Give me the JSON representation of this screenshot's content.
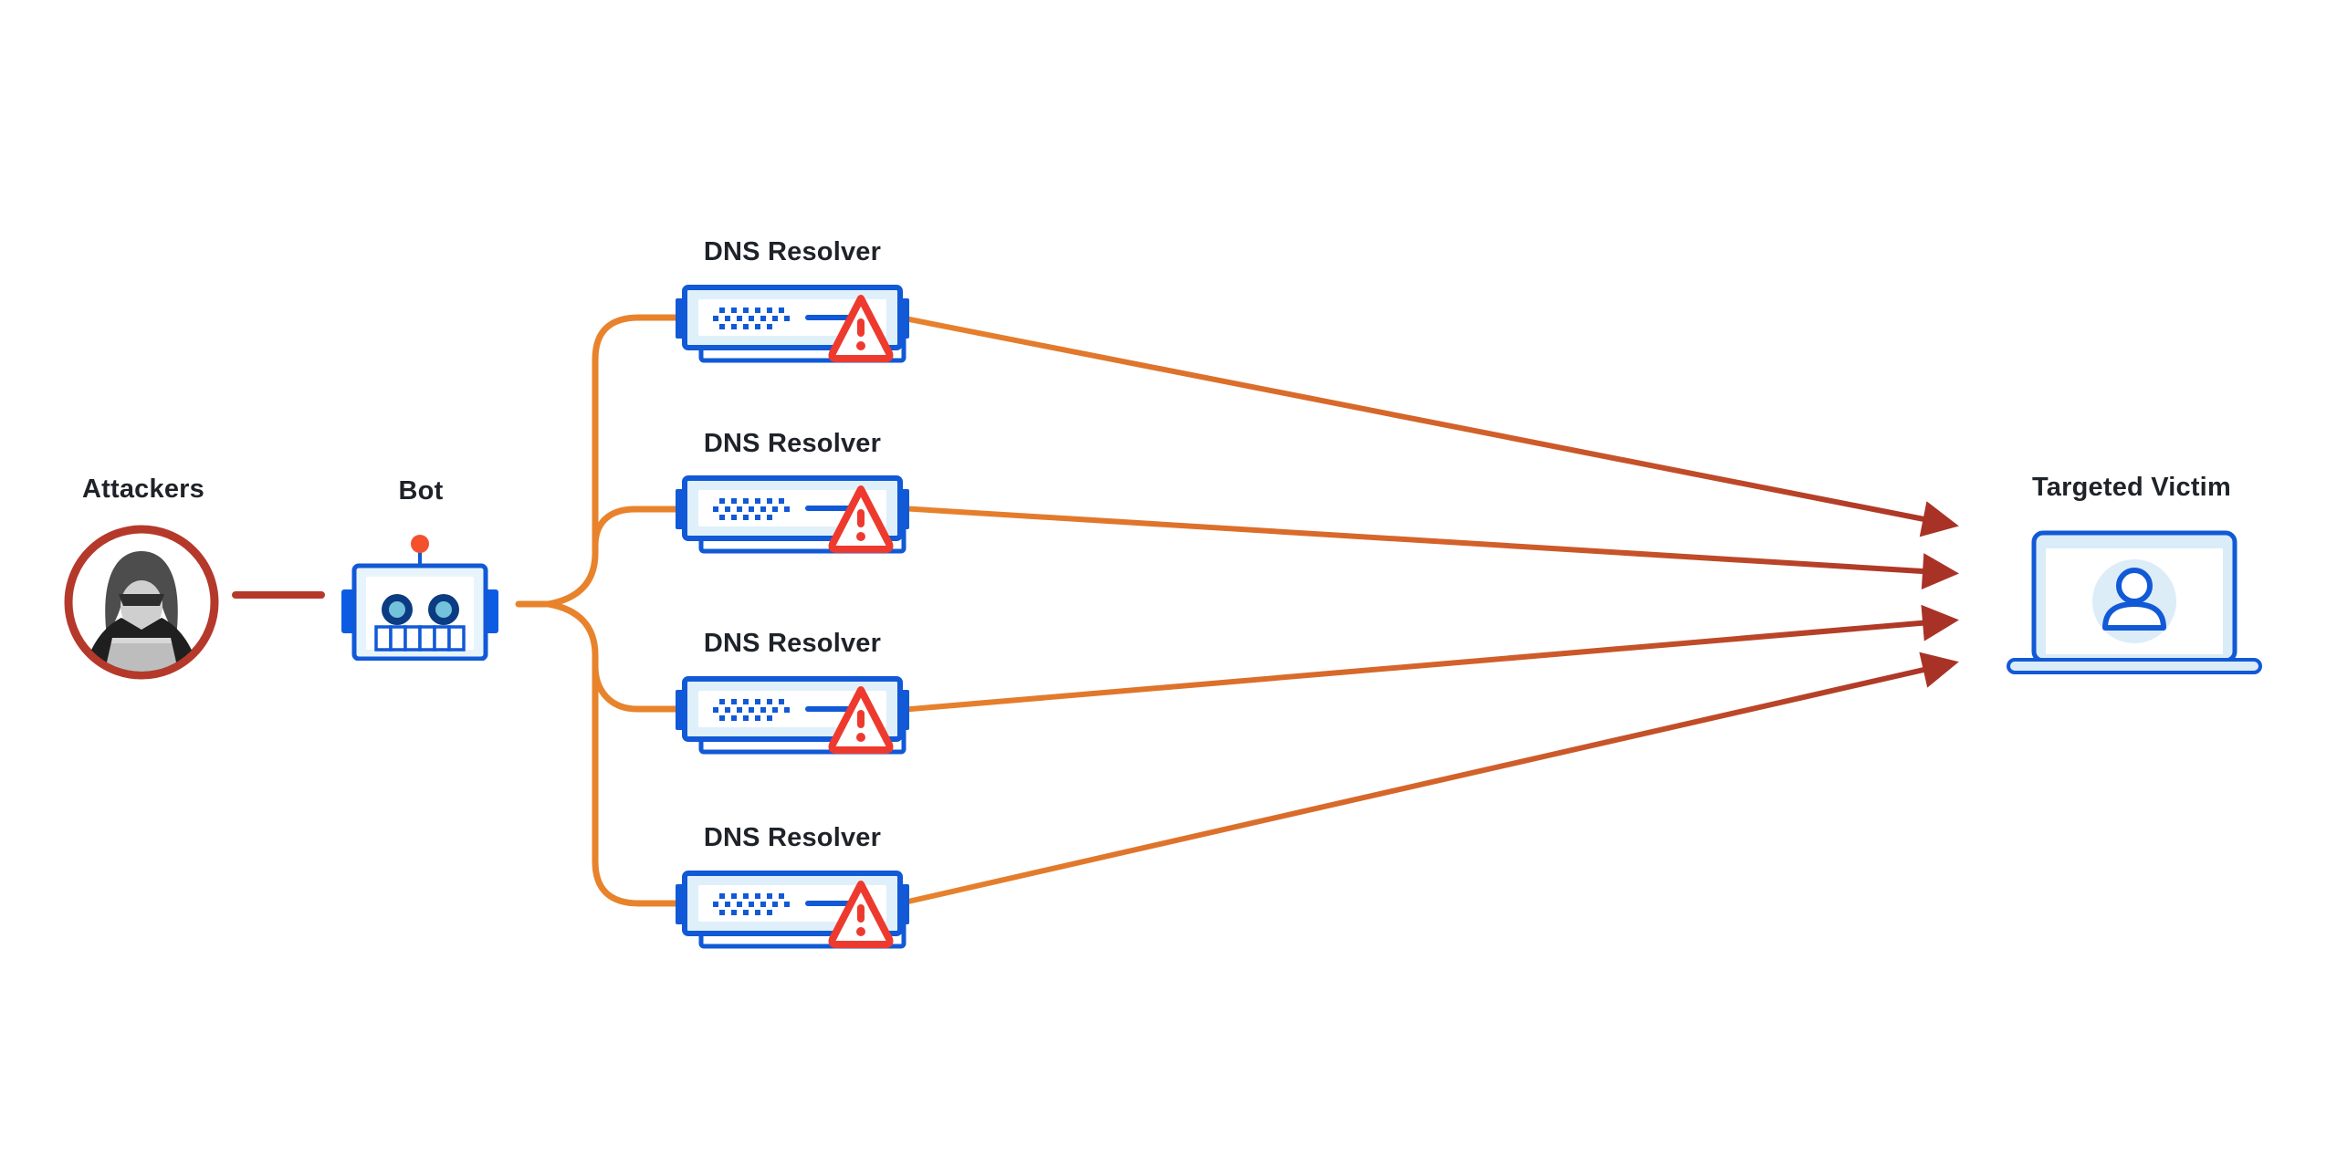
{
  "diagram": {
    "nodes": {
      "attackers": {
        "label": "Attackers",
        "icon": "hacker-icon"
      },
      "bot": {
        "label": "Bot",
        "icon": "robot-icon"
      },
      "resolvers": [
        {
          "label": "DNS Resolver",
          "icon": "server-alert-icon"
        },
        {
          "label": "DNS Resolver",
          "icon": "server-alert-icon"
        },
        {
          "label": "DNS Resolver",
          "icon": "server-alert-icon"
        },
        {
          "label": "DNS Resolver",
          "icon": "server-alert-icon"
        }
      ],
      "victim": {
        "label": "Targeted Victim",
        "icon": "laptop-user-icon"
      }
    },
    "flow": [
      "Attackers -> Bot",
      "Bot -> DNS Resolver (x4)",
      "DNS Resolver (x4) -> Targeted Victim"
    ],
    "colors": {
      "branch_orange": "#E8832C",
      "attack_dark_red": "#A93226",
      "attacker_ring_red": "#B5392B",
      "primary_blue": "#1159D6",
      "navy_blue": "#0B3B82",
      "light_blue_fill": "#DFF0FA",
      "sky_blue": "#72C2DC",
      "alert_red": "#EE3A2E",
      "antenna_orange_red": "#F4502E",
      "label_text": "#1F2329"
    }
  }
}
